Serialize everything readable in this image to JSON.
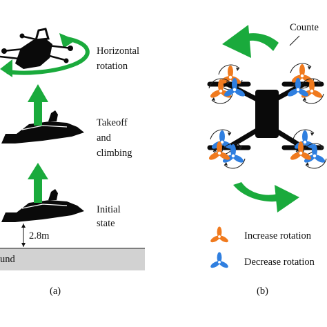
{
  "panel_a": {
    "caption": "(a)",
    "stage_top": {
      "line1": "Horizontal",
      "line2": "rotation"
    },
    "stage_mid": {
      "line1": "Takeoff",
      "line2": "and",
      "line3": "climbing"
    },
    "stage_bot": {
      "line1": "Initial",
      "line2": "state"
    },
    "height_label": "2.8m",
    "ground_label": "und"
  },
  "panel_b": {
    "caption": "(b)",
    "top_label": "Counte",
    "legend": [
      {
        "label": "Increase rotation",
        "color": "#f07a1e"
      },
      {
        "label": "Decrease rotation",
        "color": "#2f7fe0"
      }
    ]
  },
  "colors": {
    "arrow_green": "#1aaa3c",
    "ground_fill": "#d2d2d2",
    "body": "#0a0a0a"
  }
}
